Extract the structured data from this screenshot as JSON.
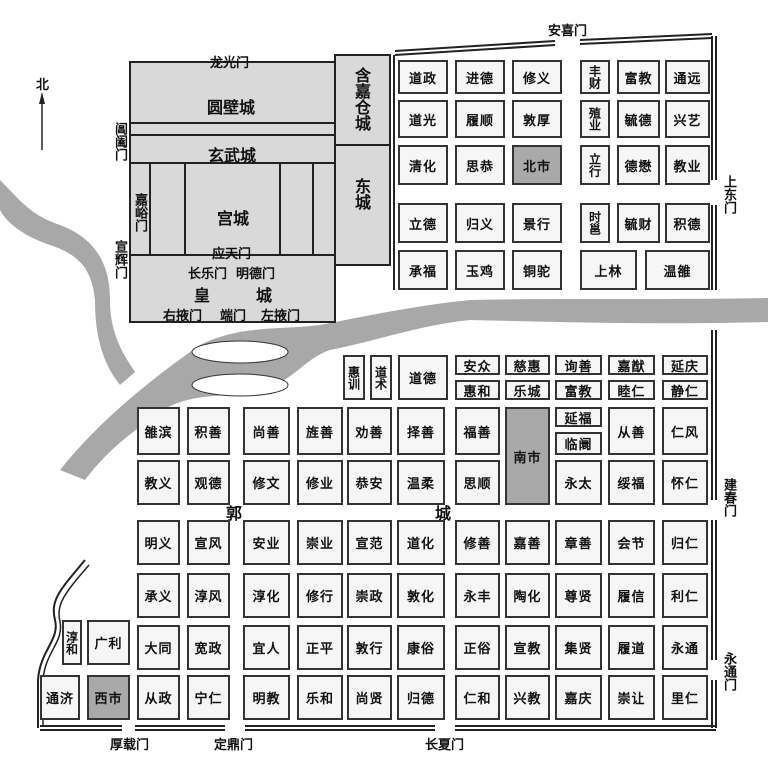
{
  "compass": {
    "label": "北"
  },
  "gates": {
    "anxi": "安喜门",
    "longguang": "龙光门",
    "changhe": "阊阖门",
    "xuanhui": "宣辉门",
    "jiayu": "嘉峪门",
    "shangdong": "上东门",
    "jianchun": "建春门",
    "yongtong": "永通门",
    "houzai": "厚载门",
    "dingding": "定鼎门",
    "changxia": "长夏门",
    "yingtian": "应天门",
    "changle": "长乐门",
    "mingde": "明德门",
    "youye": "右掖门",
    "duan": "端门",
    "zuoye": "左掖门"
  },
  "palace": {
    "yuanbi": "圆壁城",
    "xuanwu": "玄武城",
    "gongcheng": "宫城",
    "huang": "皇",
    "huang_cheng": "城",
    "hanjia": "含嘉仓城",
    "dongcheng": "东城"
  },
  "outer_city": {
    "guo": "郭",
    "cheng": "城"
  },
  "colors": {
    "market": "#a9a9a9",
    "palace": "#d9d9d9",
    "river": "#a8a8a8"
  },
  "wards": [
    "道政",
    "进德",
    "修义",
    "丰财",
    "富教",
    "通远",
    "道光",
    "履顺",
    "敦厚",
    "殖业",
    "毓德",
    "兴艺",
    "清化",
    "思恭",
    "北市",
    "立行",
    "德懋",
    "教业",
    "立德",
    "归义",
    "景行",
    "时邕",
    "毓财",
    "积德",
    "承福",
    "玉鸡",
    "铜驼",
    "上林",
    "温雒",
    "惠训",
    "道术",
    "道德",
    "安众",
    "慈惠",
    "询善",
    "嘉猷",
    "延庆",
    "惠和",
    "乐城",
    "富教",
    "睦仁",
    "静仁",
    "雒滨",
    "积善",
    "尚善",
    "旌善",
    "劝善",
    "择善",
    "福善",
    "南市",
    "延福",
    "临阛",
    "从善",
    "仁风",
    "教义",
    "观德",
    "修文",
    "修业",
    "恭安",
    "温柔",
    "思顺",
    "永太",
    "绥福",
    "怀仁",
    "明义",
    "宣风",
    "安业",
    "崇业",
    "宣范",
    "道化",
    "修善",
    "嘉善",
    "章善",
    "会节",
    "归仁",
    "承义",
    "淳风",
    "淳化",
    "修行",
    "崇政",
    "敦化",
    "永丰",
    "陶化",
    "尊贤",
    "履信",
    "利仁",
    "大同",
    "宽政",
    "宜人",
    "正平",
    "敦行",
    "康俗",
    "正俗",
    "宣教",
    "集贤",
    "履道",
    "永通",
    "从政",
    "宁仁",
    "明教",
    "乐和",
    "尚贤",
    "归德",
    "仁和",
    "兴教",
    "嘉庆",
    "崇让",
    "里仁",
    "淳和",
    "广利",
    "通济",
    "西市"
  ]
}
